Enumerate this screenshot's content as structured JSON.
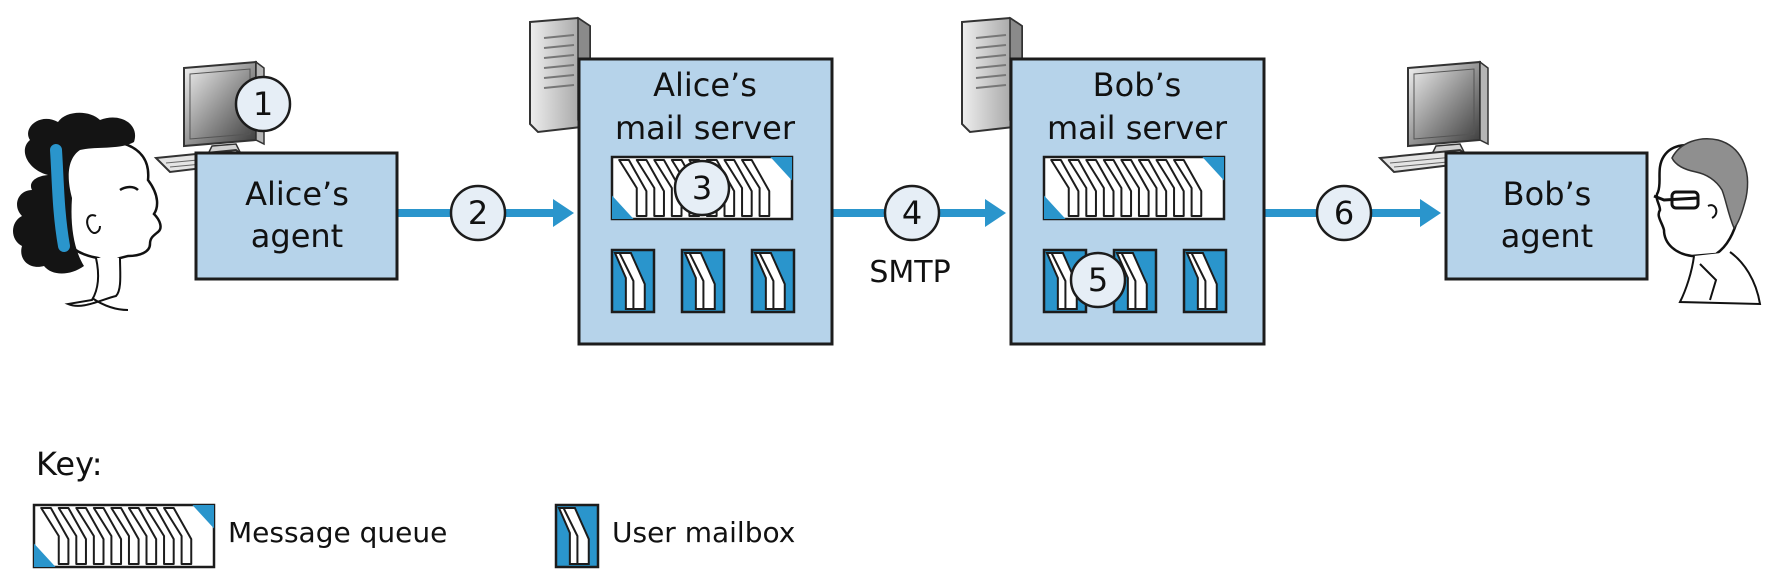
{
  "colors": {
    "box_fill": "#b6d3ea",
    "box_stroke": "#1c1c1c",
    "arrow": "#2a95cc",
    "circle_fill": "#e6eef6",
    "mail_blue": "#2a95cc"
  },
  "nodes": {
    "alice_agent": {
      "line1": "Alice’s",
      "line2": "agent"
    },
    "alice_server": {
      "line1": "Alice’s",
      "line2": "mail server"
    },
    "bob_server": {
      "line1": "Bob’s",
      "line2": "mail server"
    },
    "bob_agent": {
      "line1": "Bob’s",
      "line2": "agent"
    }
  },
  "steps": [
    "1",
    "2",
    "3",
    "4",
    "5",
    "6"
  ],
  "protocol_label": "SMTP",
  "key": {
    "title": "Key:",
    "message_queue": "Message queue",
    "user_mailbox": "User mailbox"
  },
  "icons": [
    "computer-icon",
    "server-icon",
    "person-alice-icon",
    "person-bob-icon"
  ]
}
